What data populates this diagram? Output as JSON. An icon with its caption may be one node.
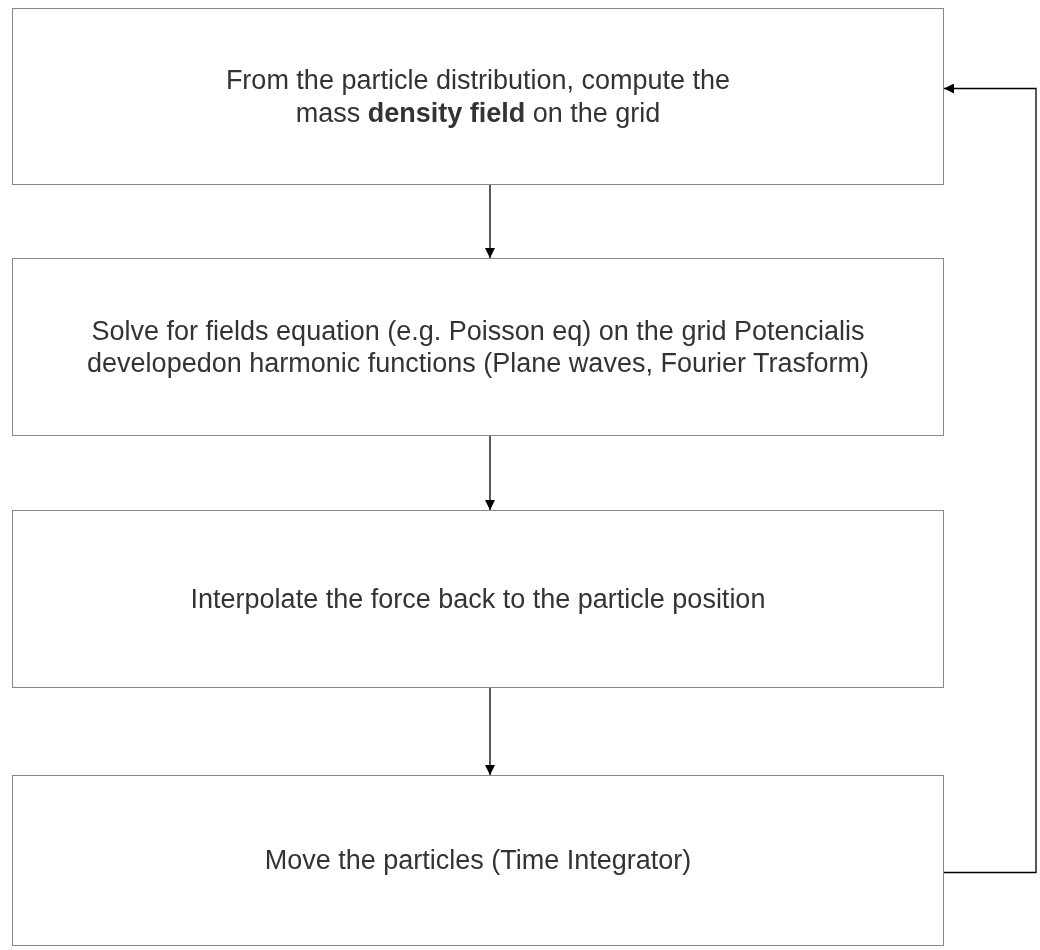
{
  "diagram": {
    "nodes": [
      {
        "text": [
          "From the particle distribution, compute the mass **density field** on the grid"
        ]
      },
      {
        "text": [
          "Solve for fields equation (e.g. Poisson eq) on the grid Potencialis developedon harmonic functions (Plane waves, Fourier Trasform)"
        ]
      },
      {
        "text": [
          "Interpolate the force back to the particle position"
        ]
      },
      {
        "text": [
          "Move the particles (Time Integrator)"
        ]
      }
    ],
    "edges": [
      {
        "from": 0,
        "to": 1,
        "arrow": "to"
      },
      {
        "from": 1,
        "to": 2,
        "arrow": "to"
      },
      {
        "from": 2,
        "to": 3,
        "arrow": "to"
      },
      {
        "from": 3,
        "to": 0,
        "arrow": "to"
      }
    ]
  }
}
